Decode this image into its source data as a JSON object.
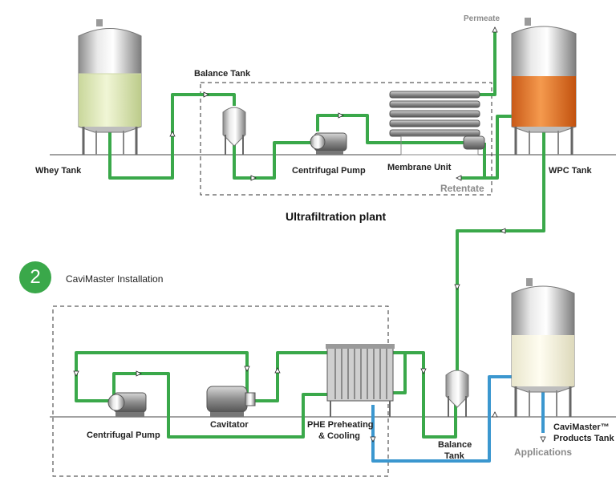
{
  "labels": {
    "whey_tank": "Whey Tank",
    "balance_tank_top": "Balance Tank",
    "centrifugal_pump_top": "Centrifugal Pump",
    "membrane_unit": "Membrane Unit",
    "retentate": "Retentate",
    "permeate": "Permeate",
    "wpc_tank": "WPC Tank",
    "ultrafiltration_plant": "Ultrafiltration plant",
    "step_number": "2",
    "cavimaster_installation": "CaviMaster Installation",
    "centrifugal_pump_bottom": "Centrifugal Pump",
    "cavitator": "Cavitator",
    "phe_line1": "PHE Preheating",
    "phe_line2": "& Cooling",
    "balance_tank_bottom_line1": "Balance",
    "balance_tank_bottom_line2": "Tank",
    "products_tank_line1": "CaviMaster™",
    "products_tank_line2": "Products Tank",
    "applications": "Applications"
  },
  "colors": {
    "green_pipe": "#3aa84a",
    "blue_pipe": "#3b97cf",
    "whey_liquid": "#e8efc4",
    "wpc_liquid": "#ec7a2a",
    "product_liquid": "#fbf9e6",
    "badge": "#3aa84a"
  }
}
